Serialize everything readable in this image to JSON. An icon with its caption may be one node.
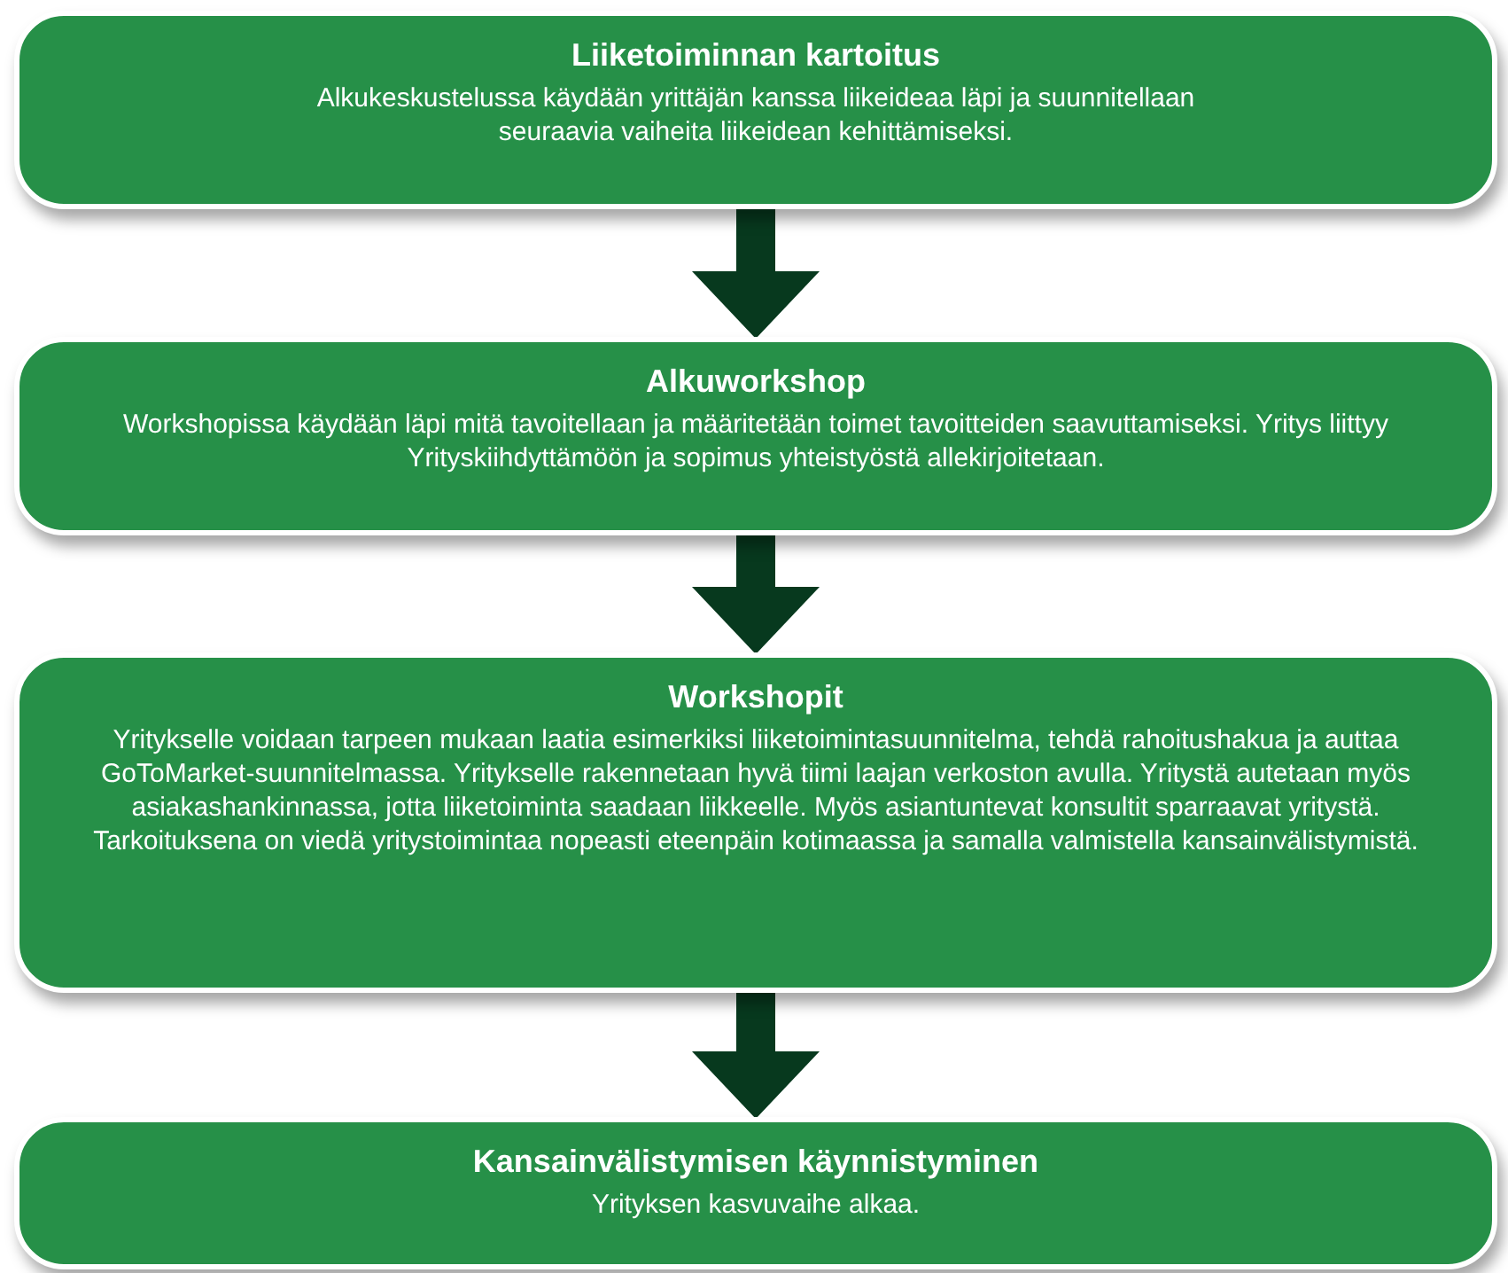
{
  "diagram": {
    "nodes": [
      {
        "text": [
          "Liiketoiminnan kartoitus",
          "Alkukeskustelussa käydään yrittäjän kanssa liikeideaa läpi ja suunnitellaan seuraavia vaiheita liikeidean kehittämiseksi."
        ]
      },
      {
        "text": [
          "Alkuworkshop",
          "Workshopissa käydään läpi mitä tavoitellaan ja määritetään toimet tavoitteiden saavuttamiseksi. Yritys liittyy Yrityskiihdyttämöön ja sopimus yhteistyöstä allekirjoitetaan."
        ]
      },
      {
        "text": [
          "Workshopit",
          "Yritykselle voidaan tarpeen mukaan laatia esimerkiksi liiketoimintasuunnitelma, tehdä rahoitushakua ja auttaa GoToMarket-suunnitelmassa. Yritykselle rakennetaan hyvä tiimi laajan verkoston avulla. Yritystä autetaan myös asiakashankinnassa, jotta liiketoiminta saadaan liikkeelle. Myös asiantuntevat konsultit sparraavat yritystä. Tarkoituksena on viedä yritystoimintaa nopeasti eteenpäin kotimaassa ja samalla valmistella kansainvälistymistä."
        ]
      },
      {
        "text": [
          "Kansainvälistymisen käynnistyminen",
          "Yrityksen kasvuvaihe alkaa."
        ]
      }
    ],
    "edges": [
      {
        "from": 0,
        "to": 1,
        "arrow": "to"
      },
      {
        "from": 1,
        "to": 2,
        "arrow": "to"
      },
      {
        "from": 2,
        "to": 3,
        "arrow": "to"
      }
    ]
  }
}
